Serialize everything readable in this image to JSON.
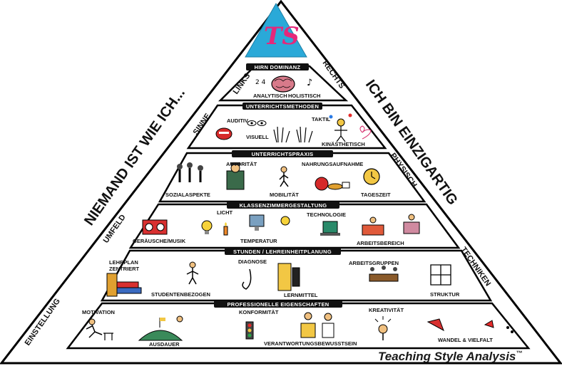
{
  "logo": {
    "text": "TS",
    "colors": {
      "triangle": "#2aa9d8",
      "letters": "#e5287b"
    }
  },
  "side_left": [
    "LINKS",
    "SINNE",
    "UMFELD",
    "EINSTELLUNG"
  ],
  "side_right": [
    "RECHTS",
    "PHYSISCH",
    "TECHNIKEN"
  ],
  "slogan_left": "NIEMAND IST WIE ICH...",
  "slogan_right": "ICH BIN EINZIGARTIG",
  "bands": [
    {
      "title": "HIRN DOMINANZ",
      "labels": [
        "ANALYTISCH",
        "HOLISTISCH"
      ]
    },
    {
      "title": "UNTERRICHTSMETHODEN",
      "labels": [
        "AUDITIV",
        "TAKTIL",
        "VISUELL",
        "KINÄSTHETISCH"
      ]
    },
    {
      "title": "UNTERRICHTSPRAXIS",
      "labels": [
        "AUTORITÄT",
        "NAHRUNGSAUFNAHME",
        "SOZIALASPEKTE",
        "MOBILITÄT",
        "TAGESZEIT"
      ]
    },
    {
      "title": "KLASSENZIMMERGESTALTUNG",
      "labels": [
        "LICHT",
        "TECHNOLOGIE",
        "GERÄUSCHE/MUSIK",
        "TEMPERATUR",
        "ARBEITSBEREICH"
      ]
    },
    {
      "title": "STUNDEN / LEHREINHEITPLANUNG",
      "labels": [
        "LEHRPLAN",
        "ZENTRIERT",
        "DIAGNOSE",
        "ARBEITSGRUPPEN",
        "STUDENTENBEZOGEN",
        "LERNMITTEL",
        "STRUKTUR"
      ]
    },
    {
      "title": "PROFESSIONELLE EIGENSCHAFTEN",
      "labels": [
        "MOTIVATION",
        "KONFORMITÄT",
        "KREATIVITÄT",
        "AUSDAUER",
        "WANDEL & VIELFALT",
        "VERANTWORTUNGSBEWUSSTSEIN"
      ]
    }
  ],
  "brand": {
    "name": "Teaching Style Analysis",
    "tm": "™"
  }
}
